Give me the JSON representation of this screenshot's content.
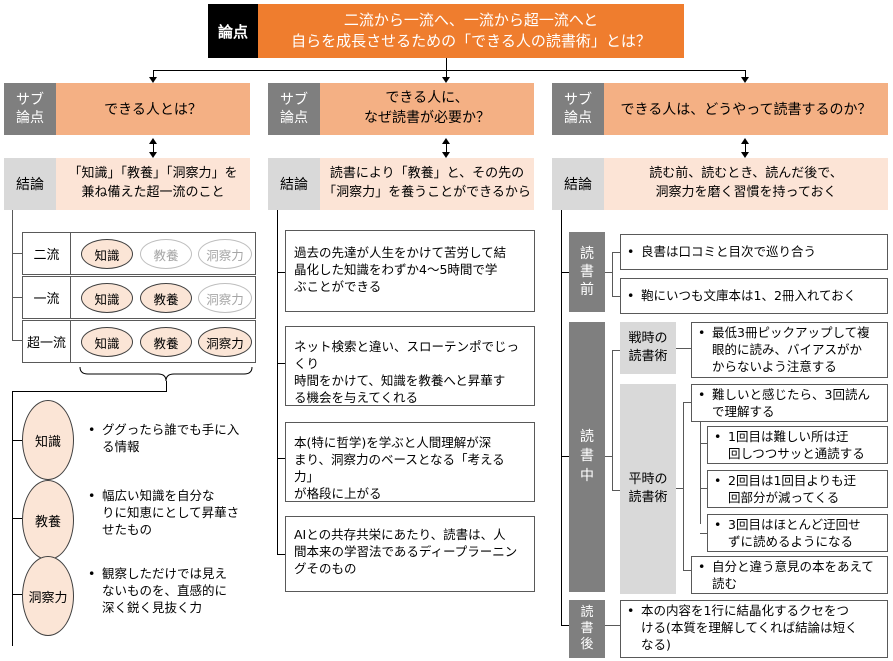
{
  "header": {
    "label": "論点",
    "title_line1": "二流から一流へ、一流から超一流へと",
    "title_line2": "自らを成長させるための「できる人の読書術」とは？"
  },
  "columns": [
    {
      "sub_label_1": "サブ",
      "sub_label_2": "論点",
      "question_line1": "できる人とは？",
      "question_line2": "",
      "conclusion_label": "結論",
      "conclusion_line1": "「知識」「教養」「洞察力」を",
      "conclusion_line2": "兼ね備えた超一流のこと"
    },
    {
      "sub_label_1": "サブ",
      "sub_label_2": "論点",
      "question_line1": "できる人に、",
      "question_line2": "なぜ読書が必要か？",
      "conclusion_label": "結論",
      "conclusion_line1": "読書により「教養」と、その先の",
      "conclusion_line2": "「洞察力」を養うことができるから"
    },
    {
      "sub_label_1": "サブ",
      "sub_label_2": "論点",
      "question_line1": "できる人は、どうやって読書するのか？",
      "question_line2": "",
      "conclusion_label": "結論",
      "conclusion_line1": "読む前、読むとき、読んだ後で、",
      "conclusion_line2": "洞察力を磨く習慣を持っておく"
    }
  ],
  "levels": [
    {
      "name": "二流",
      "oval1": "知識",
      "oval2": "教養",
      "oval3": "洞察力",
      "active": [
        true,
        false,
        false
      ]
    },
    {
      "name": "一流",
      "oval1": "知識",
      "oval2": "教養",
      "oval3": "洞察力",
      "active": [
        true,
        true,
        false
      ]
    },
    {
      "name": "超一流",
      "oval1": "知識",
      "oval2": "教養",
      "oval3": "洞察力",
      "active": [
        true,
        true,
        true
      ]
    }
  ],
  "definitions": [
    {
      "term": "知識",
      "line1": "ググったら誰でも手に入",
      "line2": "る情報",
      "line3": ""
    },
    {
      "term": "教養",
      "line1": "幅広い知識を自分な",
      "line2": "りに知恵にとして昇華さ",
      "line3": "せたもの"
    },
    {
      "term": "洞察力",
      "line1": "観察しただけでは見え",
      "line2": "ないものを、直感的に",
      "line3": "深く鋭く見抜く力"
    }
  ],
  "reasons": [
    {
      "line1": "過去の先達が人生をかけて苦労して結",
      "line2": "晶化した知識をわずか4～5時間で学",
      "line3": "ぶことができる"
    },
    {
      "line1": "ネット検索と違い、スローテンポでじっくり",
      "line2": "時間をかけて、知識を教養へと昇華す",
      "line3": "る機会を与えてくれる"
    },
    {
      "line1": "本(特に哲学)を学ぶと人間理解が深",
      "line2": "まり、洞察力のベースとなる「考える力」",
      "line3": "が格段に上がる"
    },
    {
      "line1": "AIとの共存共栄にあたり、読書は、人",
      "line2": "間本来の学習法であるディープラーニン",
      "line3": "グそのもの"
    }
  ],
  "phases": {
    "before": {
      "label_1": "読",
      "label_2": "書",
      "label_3": "前",
      "items": [
        {
          "line1": "良書は口コミと目次で巡り合う",
          "line2": ""
        },
        {
          "line1": "鞄にいつも文庫本は1、2冊入れておく",
          "line2": ""
        }
      ]
    },
    "during": {
      "label_1": "読",
      "label_2": "書",
      "label_3": "中",
      "war_label_1": "戦時の",
      "war_label_2": "読書術",
      "war_item": {
        "line1": "最低3冊ピックアップして複",
        "line2": "眼的に読み、バイアスがか",
        "line3": "からないよう注意する"
      },
      "peace_label_1": "平時の",
      "peace_label_2": "読書術",
      "peace_item1": {
        "line1": "難しいと感じたら、3回読ん",
        "line2": "で理解する"
      },
      "peace_sub": [
        {
          "line1": "1回目は難しい所は迂",
          "line2": "回しつつサッと通読する"
        },
        {
          "line1": "2回目は1回目よりも迂",
          "line2": "回部分が減ってくる"
        },
        {
          "line1": "3回目はほとんど迂回せ",
          "line2": "ずに読めるようになる"
        }
      ],
      "peace_item2": {
        "line1": "自分と違う意見の本をあえて",
        "line2": "読む"
      }
    },
    "after": {
      "label_1": "読",
      "label_2": "書",
      "label_3": "後",
      "item": {
        "line1": "本の内容を1行に結晶化するクセをつ",
        "line2": "ける(本質を理解してくれば結論は短く",
        "line3": "なる)"
      }
    }
  },
  "bullet": "•",
  "colors": {
    "header_orange": "#ef7d2e",
    "question_salmon": "#f4b084",
    "conclusion_peach": "#fce4d6",
    "label_gray": "#7f7f7f"
  }
}
